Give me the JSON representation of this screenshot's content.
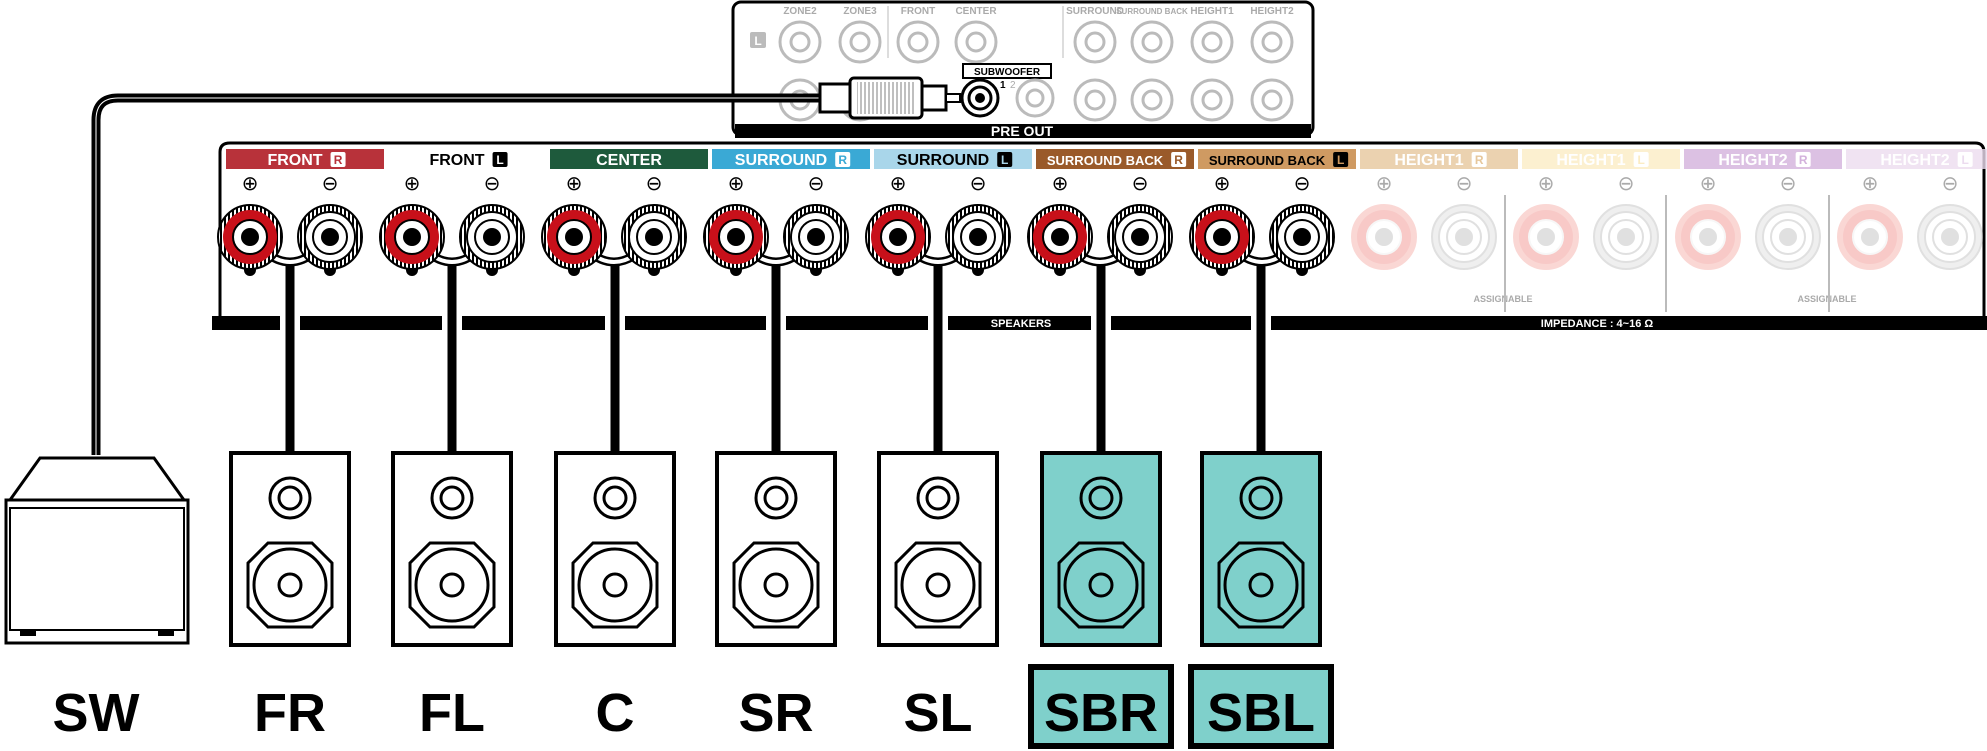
{
  "preout": {
    "title": "PRE OUT",
    "channel_l": "L",
    "top_labels": [
      "ZONE2",
      "ZONE3",
      "FRONT",
      "CENTER",
      "SURROUND",
      "SURROUND BACK",
      "HEIGHT1",
      "HEIGHT2"
    ],
    "subwoofer_label": "SUBWOOFER",
    "sub_numbers": [
      "1",
      "2"
    ]
  },
  "speaker_panel": {
    "speakers_label": "SPEAKERS",
    "impedance_label": "IMPEDANCE : 4~16 Ω",
    "assignable_label": "ASSIGNABLE",
    "plus_symbol": "⊕",
    "minus_symbol": "⊖",
    "channels": [
      {
        "label": "FRONT",
        "side": "R",
        "color": "#b8323a",
        "faded": false
      },
      {
        "label": "FRONT",
        "side": "L",
        "color": "#ffffff",
        "faded": false
      },
      {
        "label": "CENTER",
        "side": "",
        "color": "#1e5a3c",
        "faded": false
      },
      {
        "label": "SURROUND",
        "side": "R",
        "color": "#3aa9d5",
        "faded": false
      },
      {
        "label": "SURROUND",
        "side": "L",
        "color": "#a9d6ea",
        "faded": false
      },
      {
        "label": "SURROUND BACK",
        "side": "R",
        "color": "#9a5a2a",
        "faded": false
      },
      {
        "label": "SURROUND BACK",
        "side": "L",
        "color": "#cf9a62",
        "faded": false
      },
      {
        "label": "HEIGHT1",
        "side": "R",
        "color": "#e6c79c",
        "faded": true
      },
      {
        "label": "HEIGHT1",
        "side": "L",
        "color": "#fbecc4",
        "faded": true
      },
      {
        "label": "HEIGHT2",
        "side": "R",
        "color": "#d3b2dc",
        "faded": true
      },
      {
        "label": "HEIGHT2",
        "side": "L",
        "color": "#ecdcef",
        "faded": true
      }
    ]
  },
  "speakers": [
    {
      "label": "SW",
      "highlight": false
    },
    {
      "label": "FR",
      "highlight": false
    },
    {
      "label": "FL",
      "highlight": false
    },
    {
      "label": "C",
      "highlight": false
    },
    {
      "label": "SR",
      "highlight": false
    },
    {
      "label": "SL",
      "highlight": false
    },
    {
      "label": "SBR",
      "highlight": true
    },
    {
      "label": "SBL",
      "highlight": true
    }
  ],
  "colors": {
    "highlight": "#7fd0cb",
    "terminal_red": "#c8101a",
    "line": "#000000"
  }
}
